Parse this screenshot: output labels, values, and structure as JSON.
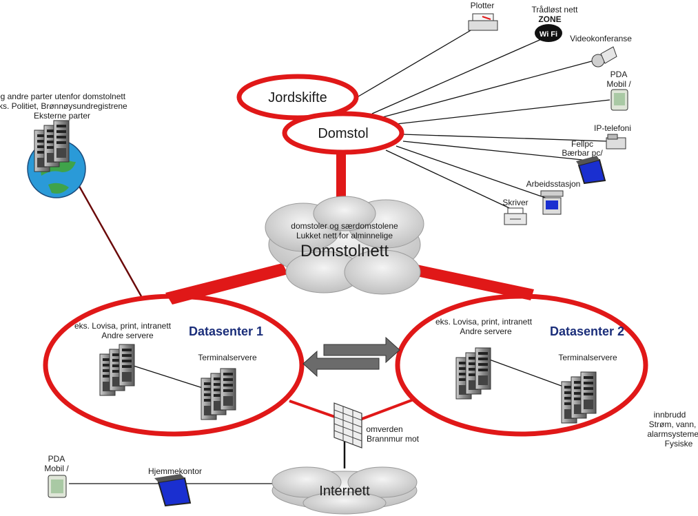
{
  "diagram": {
    "top_rings": {
      "upper": "Jordskifte",
      "lower": "Domstol"
    },
    "clouds": {
      "main": {
        "title": "Domstolnett",
        "sub1": "Lukket nett for alminnelige",
        "sub2": "domstoler og særdomstolene"
      },
      "internet": {
        "title": "Internett"
      }
    },
    "datacenters": {
      "left": {
        "title": "Datasenter 1",
        "servers_l1": "Andre servere",
        "servers_l2": "eks. Lovisa, print, intranett",
        "terminal": "Terminalservere"
      },
      "right": {
        "title": "Datasenter 2",
        "servers_l1": "Andre servere",
        "servers_l2": "eks. Lovisa, print, intranett",
        "terminal": "Terminalservere"
      }
    },
    "external": {
      "l1": "Eksterne parter",
      "l2": "eks. Politiet, Brønnøysundregistrene",
      "l3": "og andre parter utenfor domstolnett"
    },
    "devices": {
      "plotter": "Plotter",
      "wifi_l1": "Trådløst nett",
      "wifi_l2": "ZONE",
      "wifi_badge": "Wi Fi",
      "video": "Videokonferanse",
      "mobile_l1": "Mobil /",
      "mobile_l2": "PDA",
      "ip": "IP-telefoni",
      "laptop_l1": "Bærbar pc/",
      "laptop_l2": "Fellpc",
      "workstation": "Arbeidsstasjon",
      "printer": "Skriver"
    },
    "firewall_l1": "Brannmur mot",
    "firewall_l2": "omverden",
    "home_office": "Hjemmekontor",
    "home_mobile_l1": "Mobil /",
    "home_mobile_l2": "PDA",
    "physical": {
      "l1": "Fysiske",
      "l2": "alarmsystemer,",
      "l3": "Strøm, vann,",
      "l4": "innbrudd"
    }
  },
  "colors": {
    "ring": "#e01818",
    "header": "#1b2e7a",
    "screen": "#1a2fd0",
    "globe": "#2a9ad8"
  }
}
